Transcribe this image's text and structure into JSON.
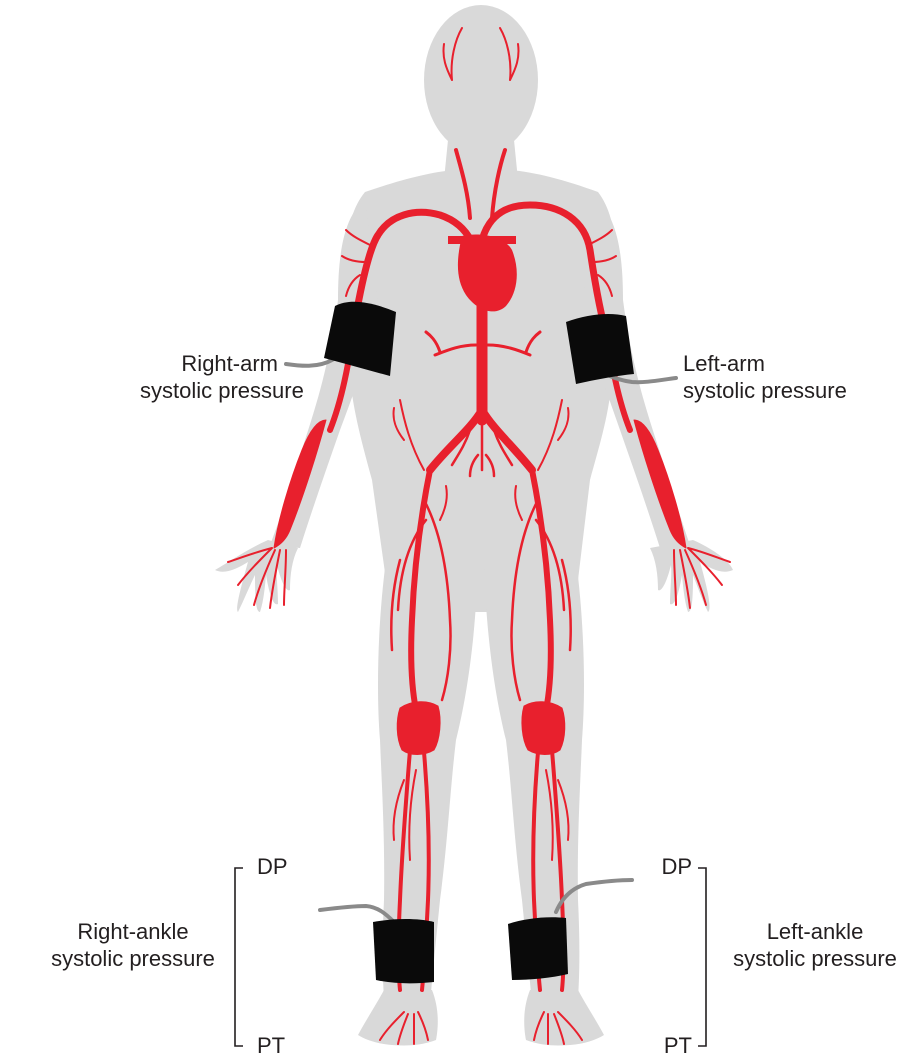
{
  "labels": {
    "right_arm": {
      "line1": "Right-arm",
      "line2": "systolic pressure"
    },
    "left_arm": {
      "line1": "Left-arm",
      "line2": "systolic pressure"
    },
    "right_ankle": {
      "line1": "Right-ankle",
      "line2": "systolic pressure",
      "top": "DP",
      "bottom": "PT"
    },
    "left_ankle": {
      "line1": "Left-ankle",
      "line2": "systolic pressure",
      "top": "DP",
      "bottom": "PT"
    }
  },
  "colors": {
    "body": "#d9d9d9",
    "artery": "#e8202d",
    "cuff": "#0a0a0a",
    "tube": "#8a8a8a",
    "text": "#231f20"
  }
}
